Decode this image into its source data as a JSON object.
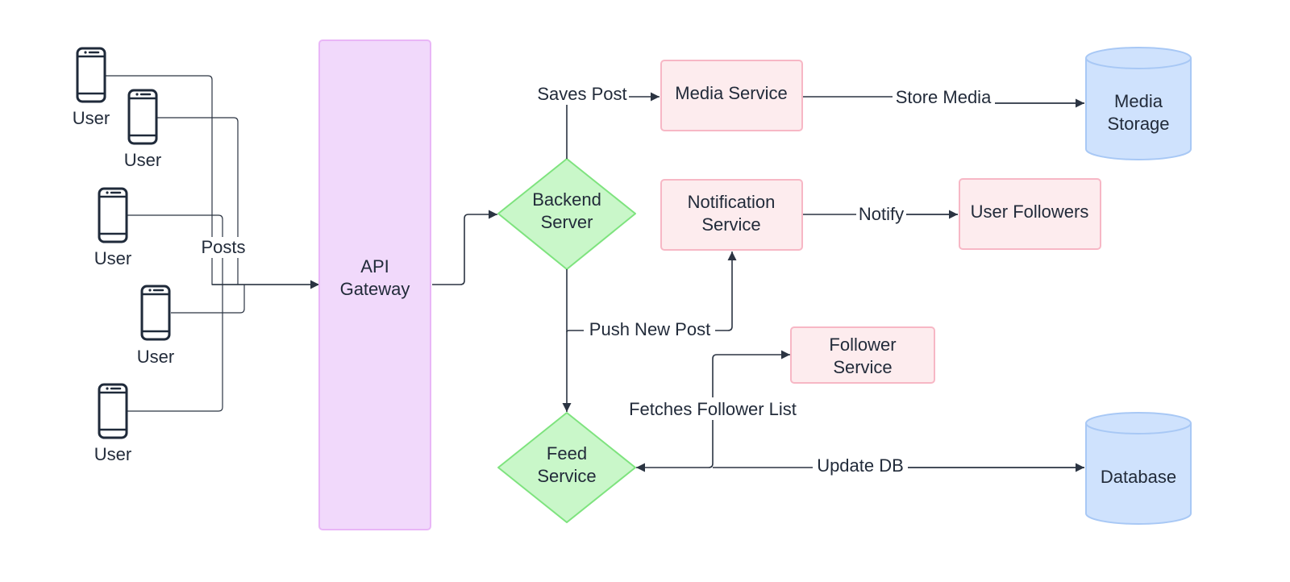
{
  "users": [
    {
      "label": "User"
    },
    {
      "label": "User"
    },
    {
      "label": "User"
    },
    {
      "label": "User"
    },
    {
      "label": "User"
    }
  ],
  "nodes": {
    "api_gateway": {
      "line1": "API",
      "line2": "Gateway"
    },
    "backend_server": {
      "line1": "Backend",
      "line2": "Server"
    },
    "feed_service": {
      "line1": "Feed",
      "line2": "Service"
    },
    "media_service": {
      "label": "Media Service"
    },
    "notification_service": {
      "line1": "Notification",
      "line2": "Service"
    },
    "user_followers": {
      "label": "User Followers"
    },
    "follower_service": {
      "line1": "Follower",
      "line2": "Service"
    },
    "media_storage": {
      "line1": "Media",
      "line2": "Storage"
    },
    "database": {
      "label": "Database"
    }
  },
  "edges": {
    "posts": "Posts",
    "saves_post": "Saves Post",
    "store_media": "Store Media",
    "notify": "Notify",
    "push_new_post": "Push New Post",
    "fetches_follower_list": "Fetches Follower List",
    "update_db": "Update DB"
  },
  "colors": {
    "gateway_fill": "#f1d9fb",
    "gateway_stroke": "#e9b6f7",
    "diamond_fill": "#c9f7c9",
    "diamond_stroke": "#7ee37e",
    "service_fill": "#fdecee",
    "service_stroke": "#f7b7c5",
    "cylinder_fill": "#cfe2fd",
    "cylinder_stroke": "#a8c8f5",
    "line": "#2b3442",
    "text": "#222b3a"
  }
}
